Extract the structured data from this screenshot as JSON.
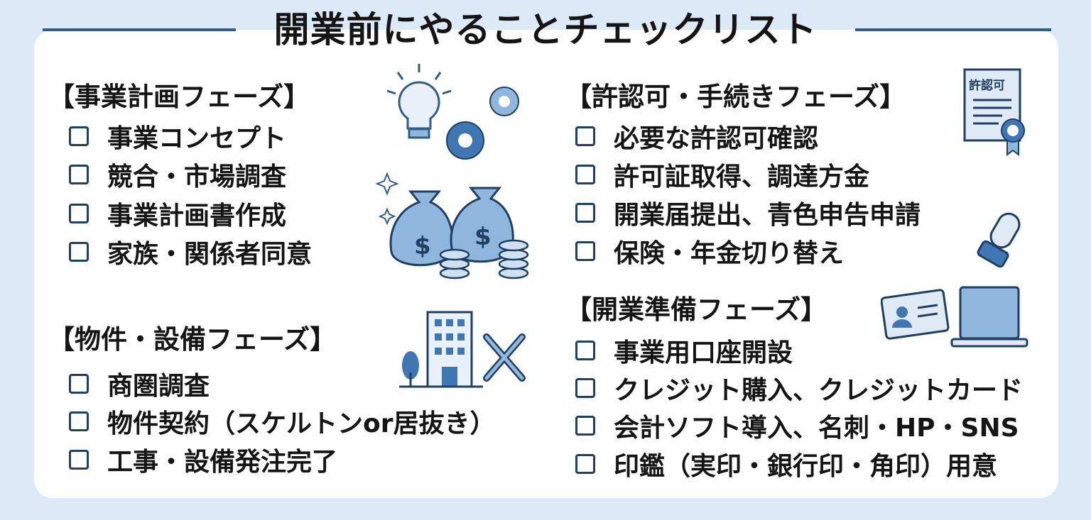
{
  "title": "開業前にやることチェックリスト",
  "sections": [
    {
      "heading": "【事業計画フェーズ】",
      "items": [
        "事業コンセプト",
        "競合・市場調査",
        "事業計画書作成",
        "家族・関係者同意"
      ]
    },
    {
      "heading": "【物件・設備フェーズ】",
      "items": [
        "商圏調査",
        "物件契約（スケルトンor居抜き）",
        "工事・設備発注完了"
      ]
    },
    {
      "heading": "【許認可・手続きフェーズ】",
      "items": [
        "必要な許認可確認",
        "許可証取得、調達方金",
        "開業届提出、青色申告申請",
        "保険・年金切り替え"
      ]
    },
    {
      "heading": "【開業準備フェーズ】",
      "items": [
        "事業用口座開設",
        "クレジット購入、クレジットカード",
        "会計ソフト導入、名刺・HP・SNS",
        "印鑑（実印・銀行印・角印）用意"
      ]
    }
  ],
  "icons": {
    "certificate_label": "許認可"
  },
  "colors": {
    "accent": "#2f5d87",
    "icon_fill": "#8fb6dc",
    "background": "#dbeaf6"
  }
}
